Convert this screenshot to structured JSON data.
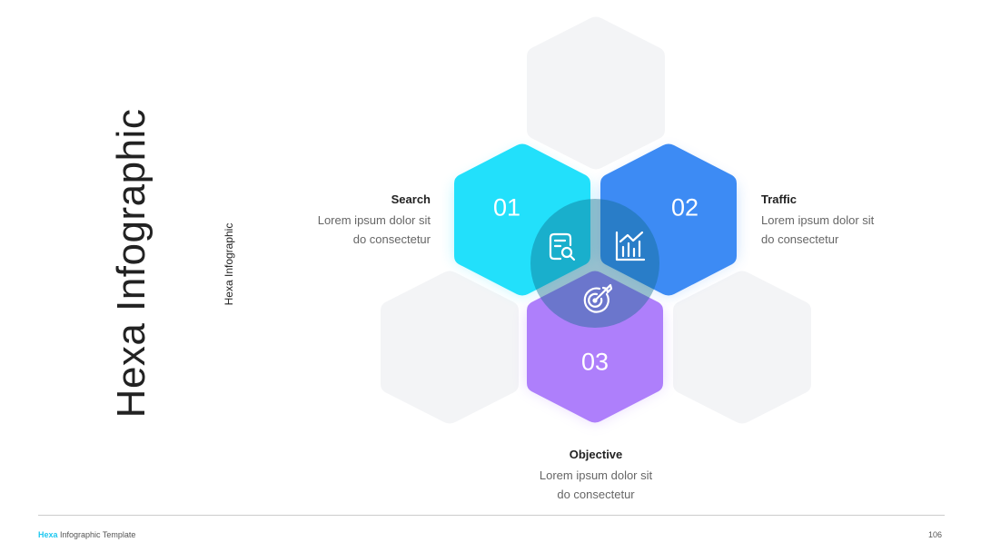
{
  "slide": {
    "title": "Hexa Infographic",
    "subtitle": "Hexa Infographic"
  },
  "items": [
    {
      "number": "01",
      "heading": "Search",
      "line1": "Lorem ipsum dolor sit",
      "line2": "do consectetur",
      "icon": "document-search-icon",
      "color": "#22e0fb"
    },
    {
      "number": "02",
      "heading": "Traffic",
      "line1": "Lorem ipsum dolor sit",
      "line2": "do consectetur",
      "icon": "bar-chart-icon",
      "color": "#3d8bf4"
    },
    {
      "number": "03",
      "heading": "Objective",
      "line1": "Lorem ipsum dolor sit",
      "line2": "do consectetur",
      "icon": "target-icon",
      "color": "#ae7ffb"
    }
  ],
  "colors": {
    "placeholder_hex": "#f3f4f6",
    "overlap": "#1fa7c1"
  },
  "footer": {
    "brand": "Hexa",
    "template": " Infographic Template",
    "page": "106"
  }
}
